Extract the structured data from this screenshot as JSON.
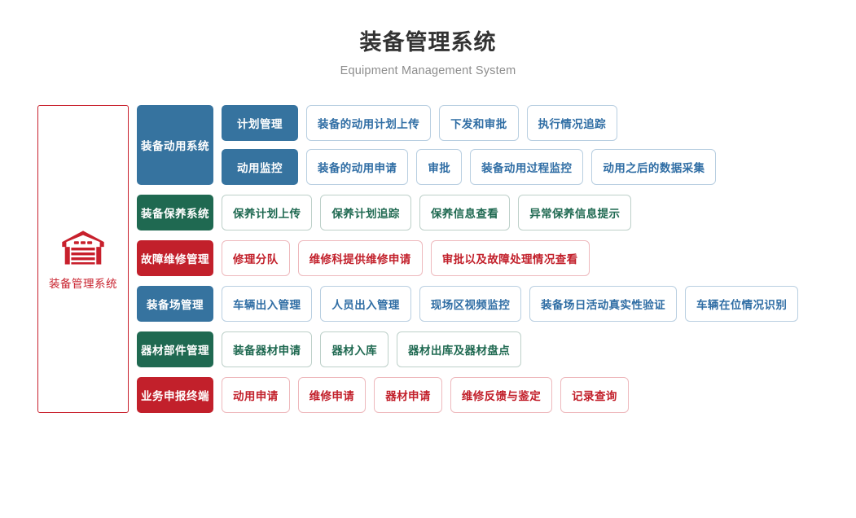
{
  "header": {
    "title": "装备管理系统",
    "subtitle": "Equipment Management System"
  },
  "root": {
    "icon": "warehouse-icon",
    "label": "装备管理系统",
    "color": "#c8202c"
  },
  "colors": {
    "blue": "#36739f",
    "green": "#1f6951",
    "red": "#c2202b",
    "leaf_blue_border": "#b9cfe1",
    "leaf_green_border": "#bdd0c9",
    "leaf_red_border": "#eeb9bd",
    "title": "#333333",
    "subtitle": "#8d8d8d"
  },
  "groups": [
    {
      "category": "装备动用系统",
      "theme": "blue",
      "subgroups": [
        {
          "label": "计划管理",
          "leaves": [
            "装备的动用计划上传",
            "下发和审批",
            "执行情况追踪"
          ]
        },
        {
          "label": "动用监控",
          "leaves": [
            "装备的动用申请",
            "审批",
            "装备动用过程监控",
            "动用之后的数据采集"
          ]
        }
      ]
    },
    {
      "category": "装备保养系统",
      "theme": "green",
      "subgroups": [
        {
          "label": null,
          "leaves": [
            "保养计划上传",
            "保养计划追踪",
            "保养信息查看",
            "异常保养信息提示"
          ]
        }
      ]
    },
    {
      "category": "故障维修管理",
      "theme": "red",
      "subgroups": [
        {
          "label": null,
          "leaves": [
            "修理分队",
            "维修科提供维修申请",
            "审批以及故障处理情况查看"
          ]
        }
      ]
    },
    {
      "category": "装备场管理",
      "theme": "blue",
      "subgroups": [
        {
          "label": null,
          "leaves": [
            "车辆出入管理",
            "人员出入管理",
            "现场区视频监控",
            "装备场日活动真实性验证",
            "车辆在位情况识别"
          ]
        }
      ]
    },
    {
      "category": "器材部件管理",
      "theme": "green",
      "subgroups": [
        {
          "label": null,
          "leaves": [
            "装备器材申请",
            "器材入库",
            "器材出库及器材盘点"
          ]
        }
      ]
    },
    {
      "category": "业务申报终端",
      "theme": "red",
      "subgroups": [
        {
          "label": null,
          "leaves": [
            "动用申请",
            "维修申请",
            "器材申请",
            "维修反馈与鉴定",
            "记录查询"
          ]
        }
      ]
    }
  ]
}
